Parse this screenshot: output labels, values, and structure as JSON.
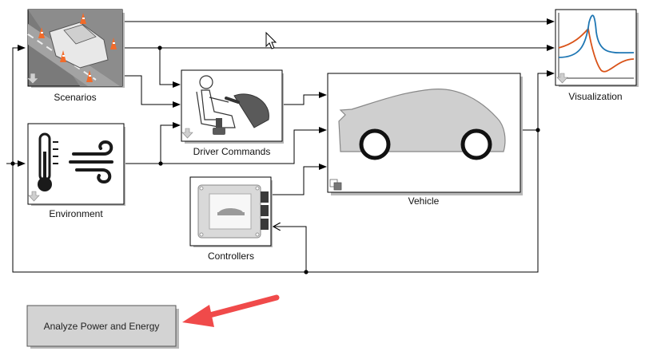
{
  "blocks": {
    "scenarios": {
      "label": "Scenarios"
    },
    "environment": {
      "label": "Environment"
    },
    "driver_commands": {
      "label": "Driver Commands"
    },
    "controllers": {
      "label": "Controllers"
    },
    "vehicle": {
      "label": "Vehicle"
    },
    "visualization": {
      "label": "Visualization"
    }
  },
  "actions": {
    "analyze_button": {
      "label": "Analyze Power and Energy"
    }
  },
  "colors": {
    "annotation_arrow": "#f04a4a",
    "plot_blue": "#1f77b4",
    "plot_orange": "#d95319",
    "block_shadow": "#b8b8b8"
  }
}
